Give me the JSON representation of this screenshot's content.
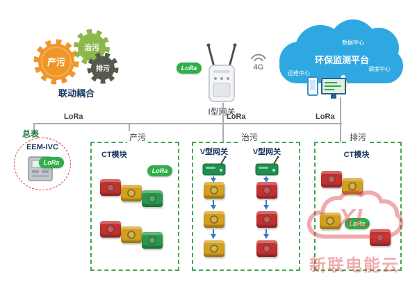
{
  "colors": {
    "cloud_blue": "#2fa8e1",
    "lora_green": "#2fae4a",
    "zone_green": "#43a554",
    "alert_red": "#e0393e",
    "device_red": "#c23130",
    "device_yellow": "#d3a11e",
    "device_green": "#27984c",
    "gear_orange": "#f09629",
    "gear_green": "#8cb84b",
    "gear_dark": "#565a4c"
  },
  "gears": {
    "produce": "产污",
    "treat": "治污",
    "discharge": "排污",
    "caption": "联动耦合"
  },
  "gateway": {
    "label": "I型网关",
    "lora": "LoRa",
    "cell": "4G"
  },
  "cloud": {
    "title": "环保监测平台",
    "sub_top": "数据中心",
    "sub_left": "运维中心",
    "sub_right": "调度中心"
  },
  "bus": {
    "left": "LoRa",
    "center": "LoRa",
    "right": "LoRa"
  },
  "meter": {
    "label": "总表",
    "name": "EEM-IVC",
    "lora": "LoRa"
  },
  "zone_produce": {
    "title": "产污",
    "module": "CT模块",
    "lora": "LoRa"
  },
  "zone_treat": {
    "title": "治污",
    "gateway_a": "V型网关",
    "gateway_b": "V型网关"
  },
  "zone_discharge": {
    "title": "排污",
    "module": "CT模块",
    "lora": "LoRa"
  },
  "watermark": {
    "logo": "XL",
    "text": "新联电能云"
  }
}
